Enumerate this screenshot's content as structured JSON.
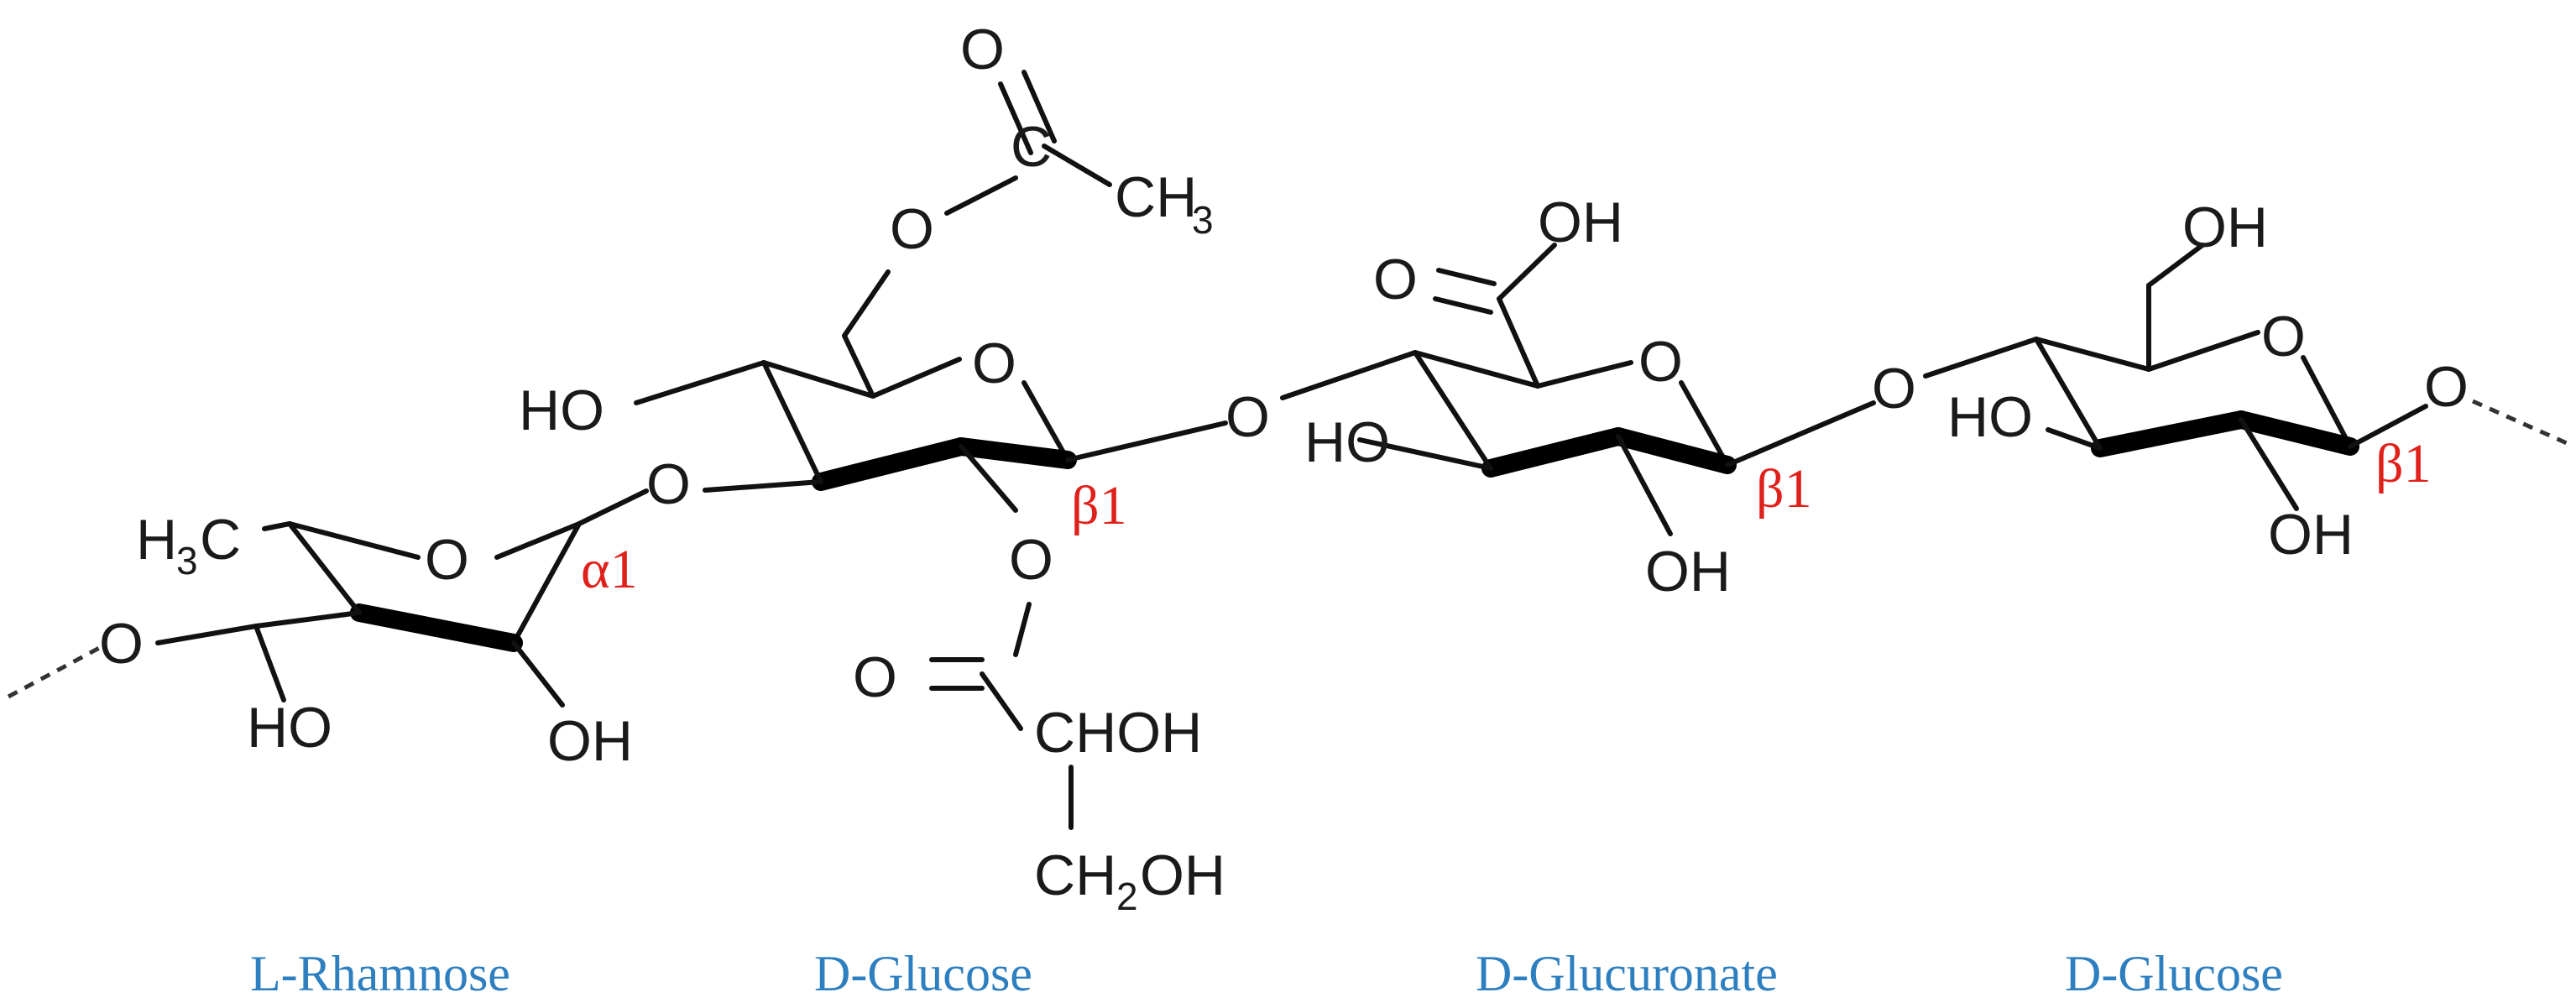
{
  "colors": {
    "linkage": "#e0201b",
    "residue": "#2e7fc0",
    "bond": "#111111"
  },
  "atoms": {
    "o": "O",
    "c": "C",
    "h3c_h": "H",
    "h3c_sub": "3",
    "h3c_c": "C",
    "ch3_ch": "CH",
    "ch3_sub": "3",
    "ho": "HO",
    "oh": "OH",
    "choh": "CHOH",
    "ch2oh_ch": "CH",
    "ch2oh_sub": "2",
    "ch2oh_oh": "OH"
  },
  "linkages": {
    "rhamnose": "α1",
    "glucose_1": "β1",
    "glucuronate": "β1",
    "glucose_2": "β1"
  },
  "residues": {
    "rhamnose": "L-Rhamnose",
    "glucose_1": "D-Glucose",
    "glucuronate": "D-Glucuronate",
    "glucose_2": "D-Glucose"
  }
}
